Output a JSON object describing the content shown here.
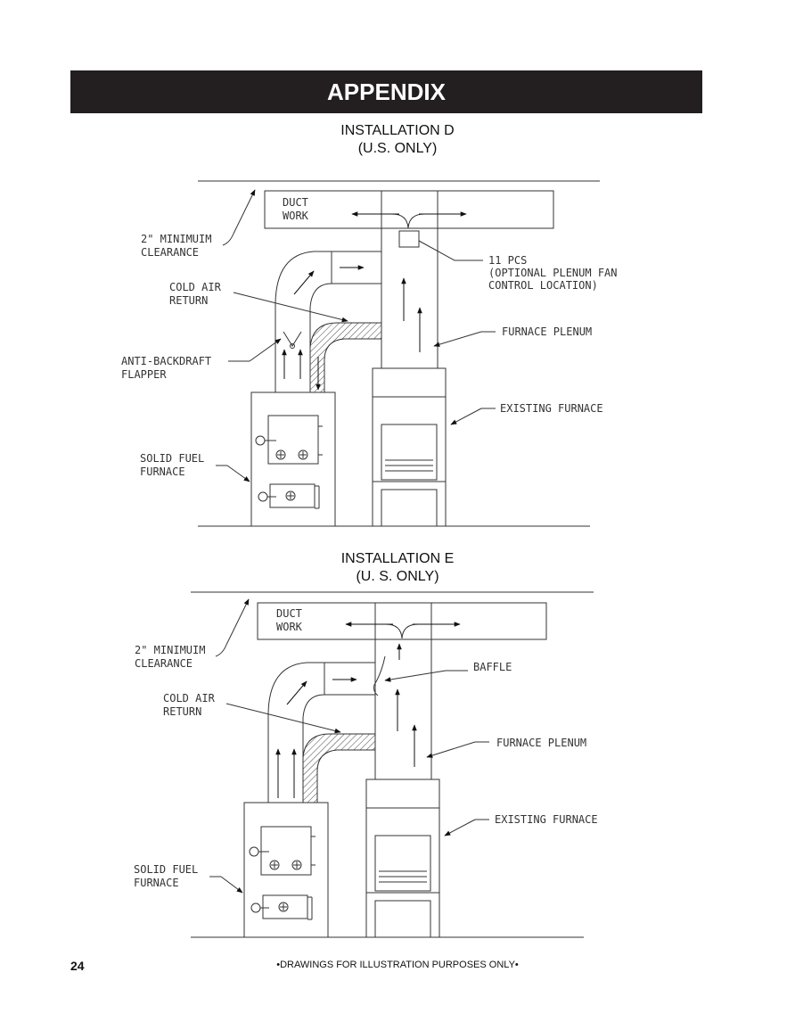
{
  "header": {
    "title": "APPENDIX"
  },
  "installation_d": {
    "title": "INSTALLATION D",
    "subtitle": "(U.S. ONLY)",
    "labels": {
      "duct_line1": "DUCT",
      "duct_line2": "WORK",
      "clearance_line1": "2\" MINIMUIM",
      "clearance_line2": "CLEARANCE",
      "cold_air_line1": "COLD AIR",
      "cold_air_line2": "RETURN",
      "anti_line1": "ANTI-BACKDRAFT",
      "anti_line2": "FLAPPER",
      "solid_line1": "SOLID FUEL",
      "solid_line2": "FURNACE",
      "pcs_line1": "11 PCS",
      "pcs_line2": "(OPTIONAL PLENUM FAN",
      "pcs_line3": "CONTROL LOCATION)",
      "plenum": "FURNACE PLENUM",
      "existing": "EXISTING FURNACE"
    }
  },
  "installation_e": {
    "title": "INSTALLATION E",
    "subtitle": "(U. S. ONLY)",
    "labels": {
      "duct_line1": "DUCT",
      "duct_line2": "WORK",
      "clearance_line1": "2\" MINIMUIM",
      "clearance_line2": "CLEARANCE",
      "cold_air_line1": "COLD AIR",
      "cold_air_line2": "RETURN",
      "baffle": "BAFFLE",
      "solid_line1": "SOLID FUEL",
      "solid_line2": "FURNACE",
      "plenum": "FURNACE PLENUM",
      "existing": "EXISTING FURNACE"
    }
  },
  "footer": {
    "page_number": "24",
    "note": "•DRAWINGS FOR ILLUSTRATION PURPOSES ONLY•"
  }
}
